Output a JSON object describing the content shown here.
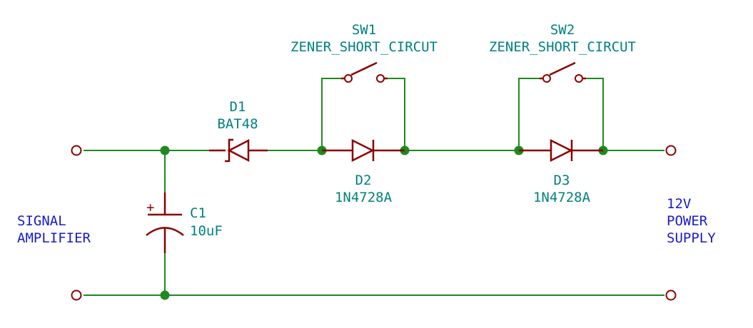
{
  "components": {
    "d1": {
      "ref": "D1",
      "value": "BAT48"
    },
    "d2": {
      "ref": "D2",
      "value": "1N4728A"
    },
    "d3": {
      "ref": "D3",
      "value": "1N4728A"
    },
    "sw1": {
      "ref": "SW1",
      "value": "ZENER_SHORT_CIRCUT"
    },
    "sw2": {
      "ref": "SW2",
      "value": "ZENER_SHORT_CIRCUT"
    },
    "c1": {
      "ref": "C1",
      "value": "10uF",
      "polarity_mark": "+"
    }
  },
  "net_labels": {
    "left": {
      "line1": "SIGNAL",
      "line2": "AMPLIFIER"
    },
    "right": {
      "line1": "12V",
      "line2": "POWER",
      "line3": "SUPPLY"
    }
  },
  "colors": {
    "wire": "#1e8a1e",
    "component": "#8b0000",
    "reference_text": "#008080",
    "net_label_text": "#1a1acd",
    "background": "#ffffff"
  }
}
